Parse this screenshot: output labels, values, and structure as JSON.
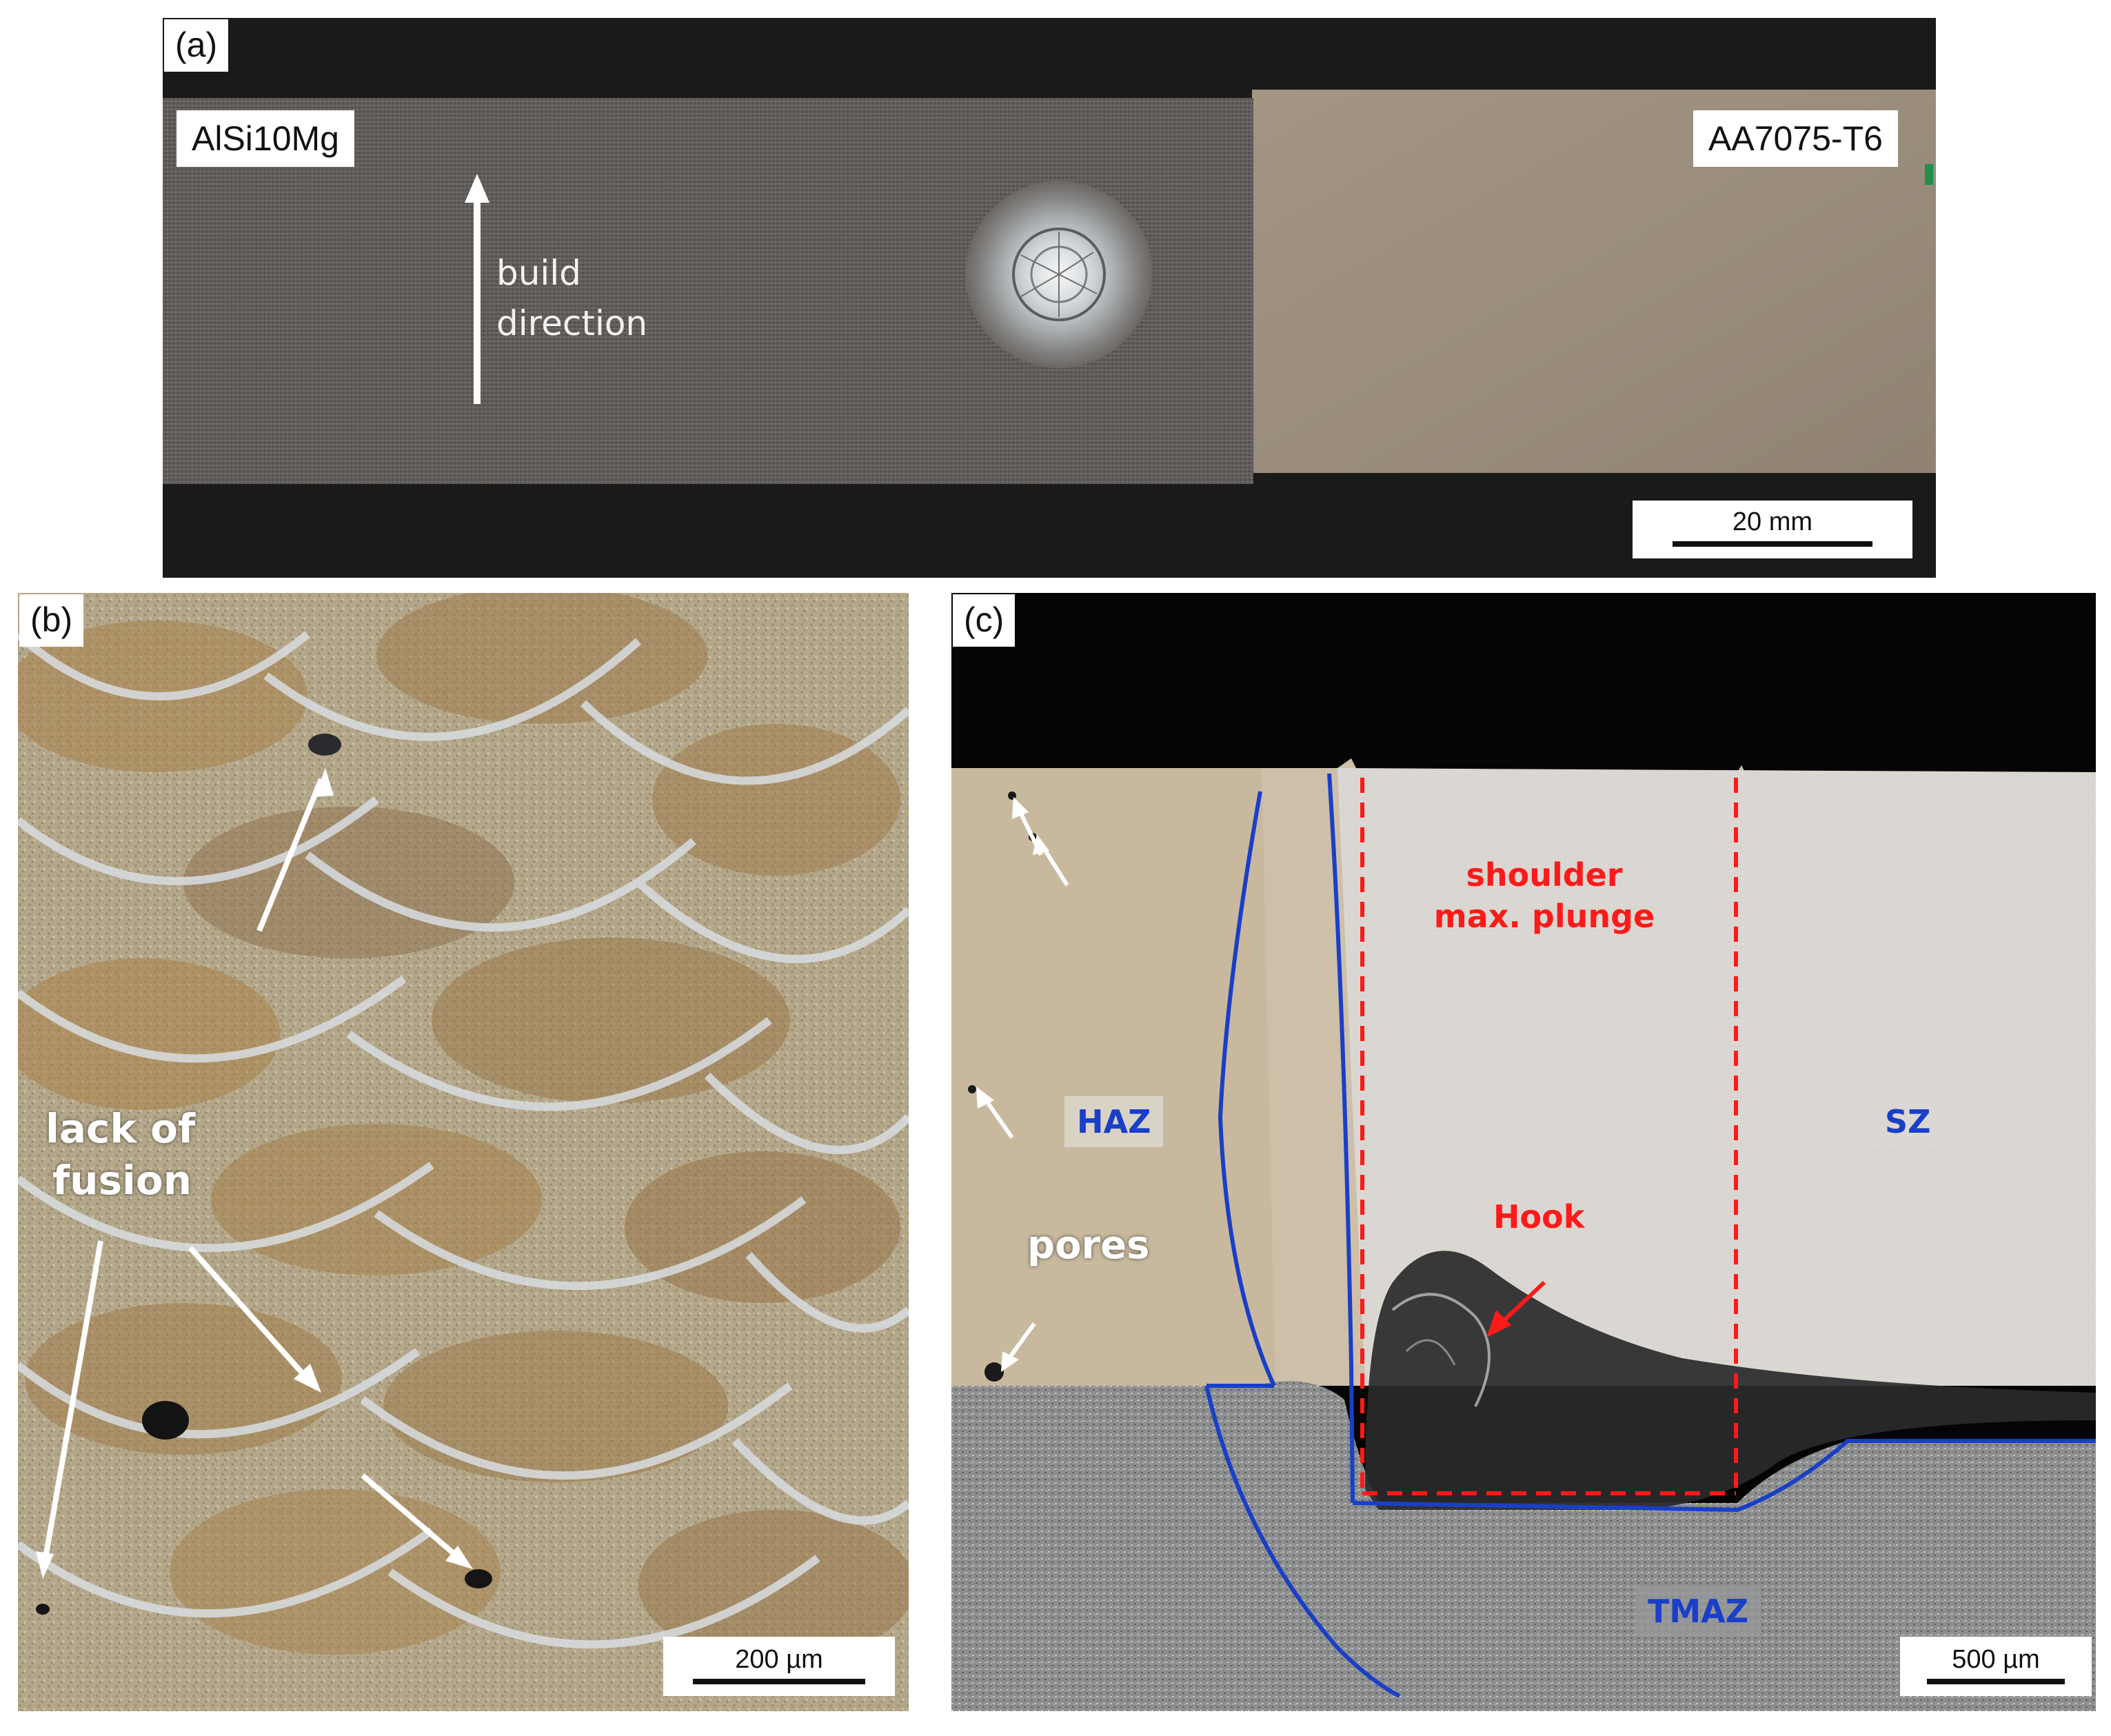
{
  "panel_a": {
    "tag": "(a)",
    "label_left": "AlSi10Mg",
    "label_right": "AA7075-T6",
    "build_line1": "build",
    "build_line2": "direction",
    "scale": "20 mm"
  },
  "panel_b": {
    "tag": "(b)",
    "lack_line1": "lack of",
    "lack_line2": "fusion",
    "scale": "200 µm"
  },
  "panel_c": {
    "tag": "(c)",
    "haz": "HAZ",
    "sz": "SZ",
    "tmaz": "TMAZ",
    "shoulder_line1": "shoulder",
    "shoulder_line2": "max. plunge",
    "hook": "Hook",
    "pores": "pores",
    "scale": "500 µm"
  },
  "colors": {
    "zone_blue": "#1a3fc7",
    "annotation_red": "#ff1a1a",
    "white": "#ffffff"
  }
}
